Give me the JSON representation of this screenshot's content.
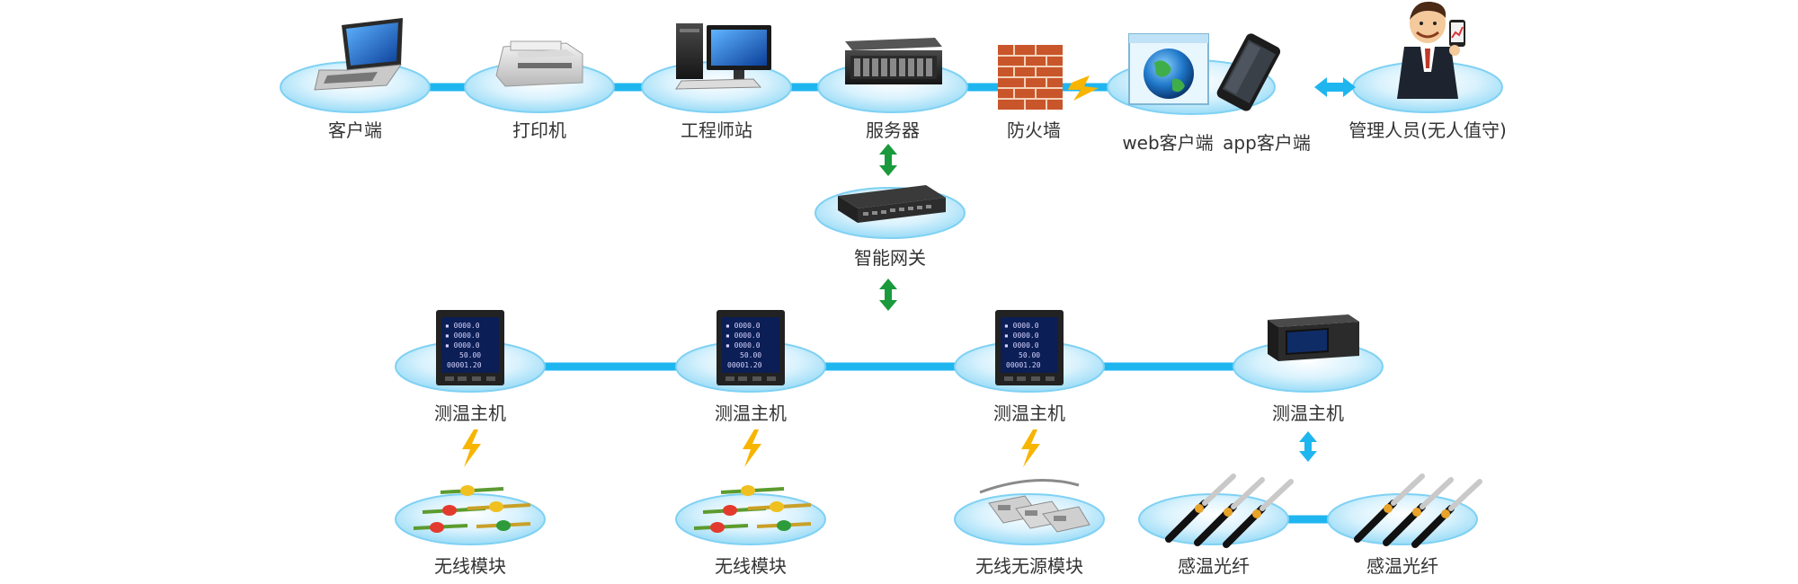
{
  "colors": {
    "line": "#1fb6f0",
    "arrow_green": "#1a9a3c",
    "arrow_blue": "#1fb6f0",
    "bolt": "#f7b500",
    "disc_top": "#cdeefc",
    "disc_edge": "#7fd1f3"
  },
  "row1": {
    "client": "客户端",
    "printer": "打印机",
    "workstation": "工程师站",
    "server": "服务器",
    "firewall": "防火墙",
    "web_client": "web客户端",
    "app_client": "app客户端",
    "manager": "管理人员(无人值守)"
  },
  "gateway": "智能网关",
  "row3": {
    "host1": "测温主机",
    "host2": "测温主机",
    "host3": "测温主机",
    "host4": "测温主机"
  },
  "row4": {
    "wireless1": "无线模块",
    "wireless2": "无线模块",
    "passive": "无线无源模块",
    "fiber1": "感温光纤",
    "fiber2": "感温光纤"
  },
  "display_readout": {
    "line1": "0000.0",
    "line2": "0000.0",
    "line3": "0000.0",
    "line4": "50.00",
    "line5": "00001.20"
  }
}
